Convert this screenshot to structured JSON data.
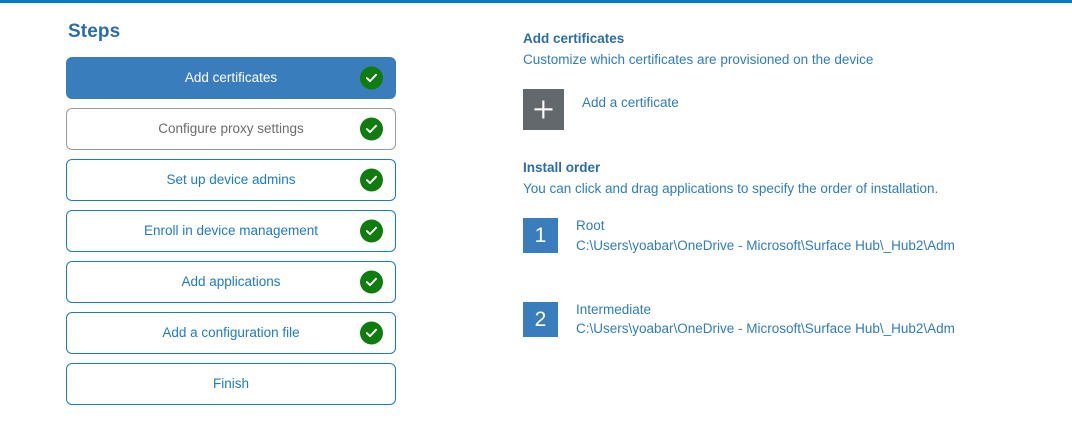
{
  "theme": {
    "accent_bar": "#0078c8",
    "link_blue": "#2f7cbf",
    "active_blue": "#3a7dbd",
    "check_green": "#107c10",
    "tile_gray": "#63686d",
    "muted_gray": "#6b6b6b"
  },
  "steps": {
    "title": "Steps",
    "items": [
      {
        "label": "Add certificates",
        "state": "active",
        "completed": true
      },
      {
        "label": "Configure proxy settings",
        "state": "muted",
        "completed": true
      },
      {
        "label": "Set up device admins",
        "state": "default",
        "completed": true
      },
      {
        "label": "Enroll in device management",
        "state": "default",
        "completed": true
      },
      {
        "label": "Add applications",
        "state": "default",
        "completed": true
      },
      {
        "label": "Add a configuration file",
        "state": "default",
        "completed": true
      },
      {
        "label": "Finish",
        "state": "default",
        "completed": false
      }
    ]
  },
  "detail": {
    "title": "Add certificates",
    "subtitle": "Customize which certificates are provisioned on the device",
    "add_certificate": {
      "icon": "plus-icon",
      "label": "Add a certificate"
    },
    "install_order": {
      "title": "Install order",
      "subtitle": "You can click and drag applications to specify the order of installation.",
      "items": [
        {
          "number": "1",
          "name": "Root",
          "path": "C:\\Users\\yoabar\\OneDrive - Microsoft\\Surface Hub\\_Hub2\\Adm"
        },
        {
          "number": "2",
          "name": "Intermediate",
          "path": "C:\\Users\\yoabar\\OneDrive - Microsoft\\Surface Hub\\_Hub2\\Adm"
        }
      ]
    }
  }
}
